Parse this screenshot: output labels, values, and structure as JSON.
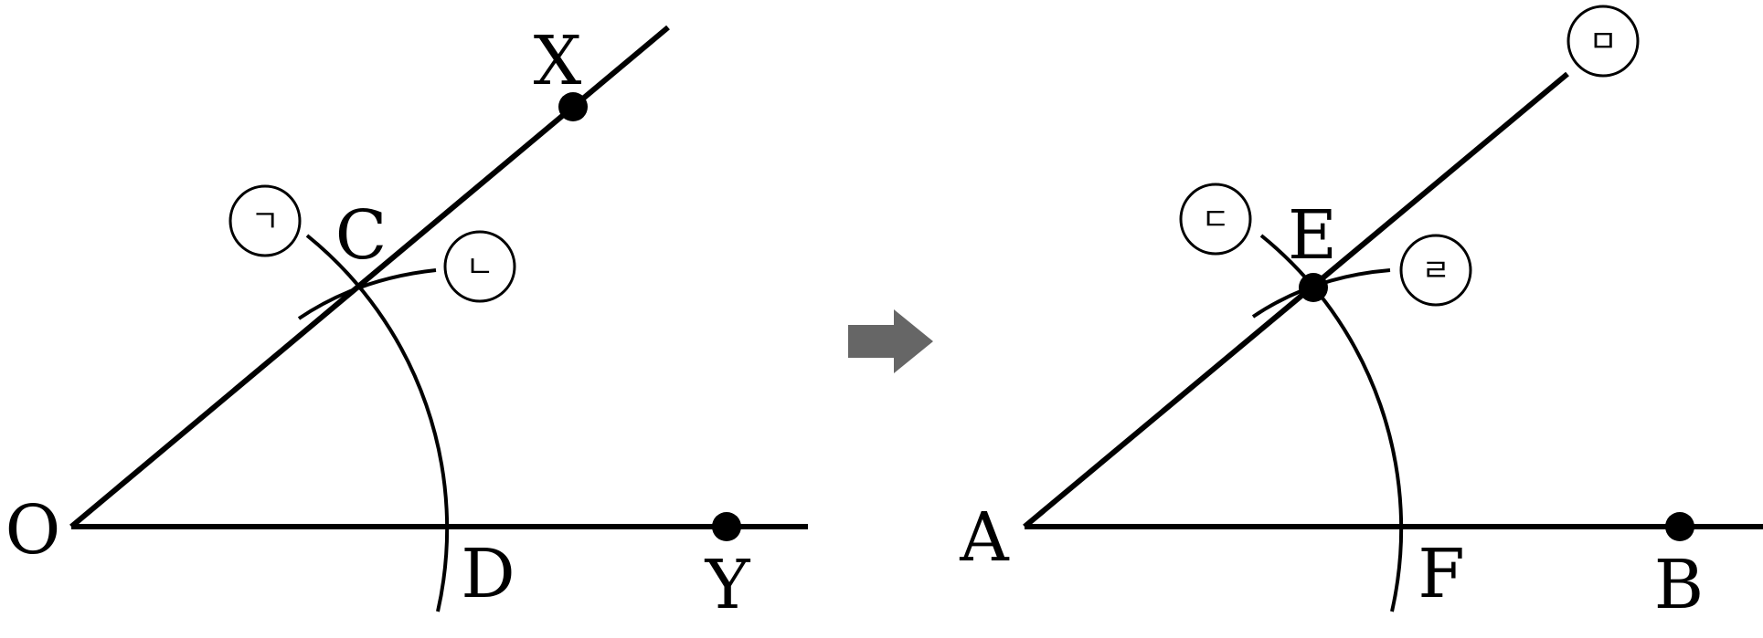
{
  "colors": {
    "line": "#000000",
    "arrow": "#666666",
    "background": "#ffffff"
  },
  "left_figure": {
    "points": {
      "O": "O",
      "X": "X",
      "Y": "Y",
      "C": "C",
      "D": "D"
    },
    "steps": {
      "step_1": "ㄱ",
      "step_2": "ㄴ"
    }
  },
  "arrow_icon": "right-arrow-icon",
  "right_figure": {
    "points": {
      "A": "A",
      "B": "B",
      "E": "E",
      "F": "F"
    },
    "steps": {
      "step_3": "ㄷ",
      "step_4": "ㄹ",
      "step_5": "ㅁ"
    }
  }
}
